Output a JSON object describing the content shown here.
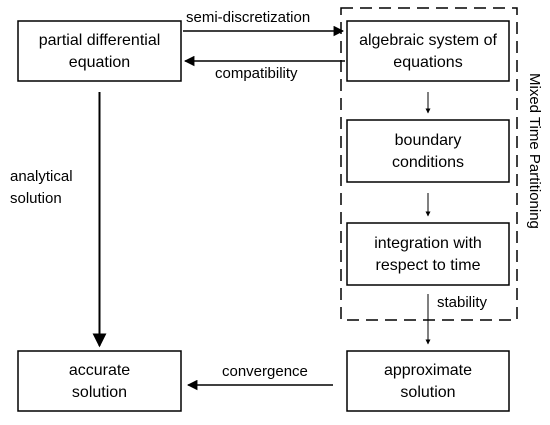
{
  "nodes": {
    "pde": [
      "partial differential",
      "equation"
    ],
    "algebraic": [
      "algebraic system of",
      "equations"
    ],
    "boundary": [
      "boundary",
      "conditions"
    ],
    "integration": [
      "integration with",
      "respect to time"
    ],
    "accurate": [
      "accurate",
      "solution"
    ],
    "approximate": [
      "approximate",
      "solution"
    ]
  },
  "edges": {
    "semi_discretization": "semi-discretization",
    "compatibility": "compatibility",
    "analytical": [
      "analytical",
      "solution"
    ],
    "stability": "stability",
    "convergence": "convergence"
  },
  "group_label": "Mixed Time Partitioning"
}
